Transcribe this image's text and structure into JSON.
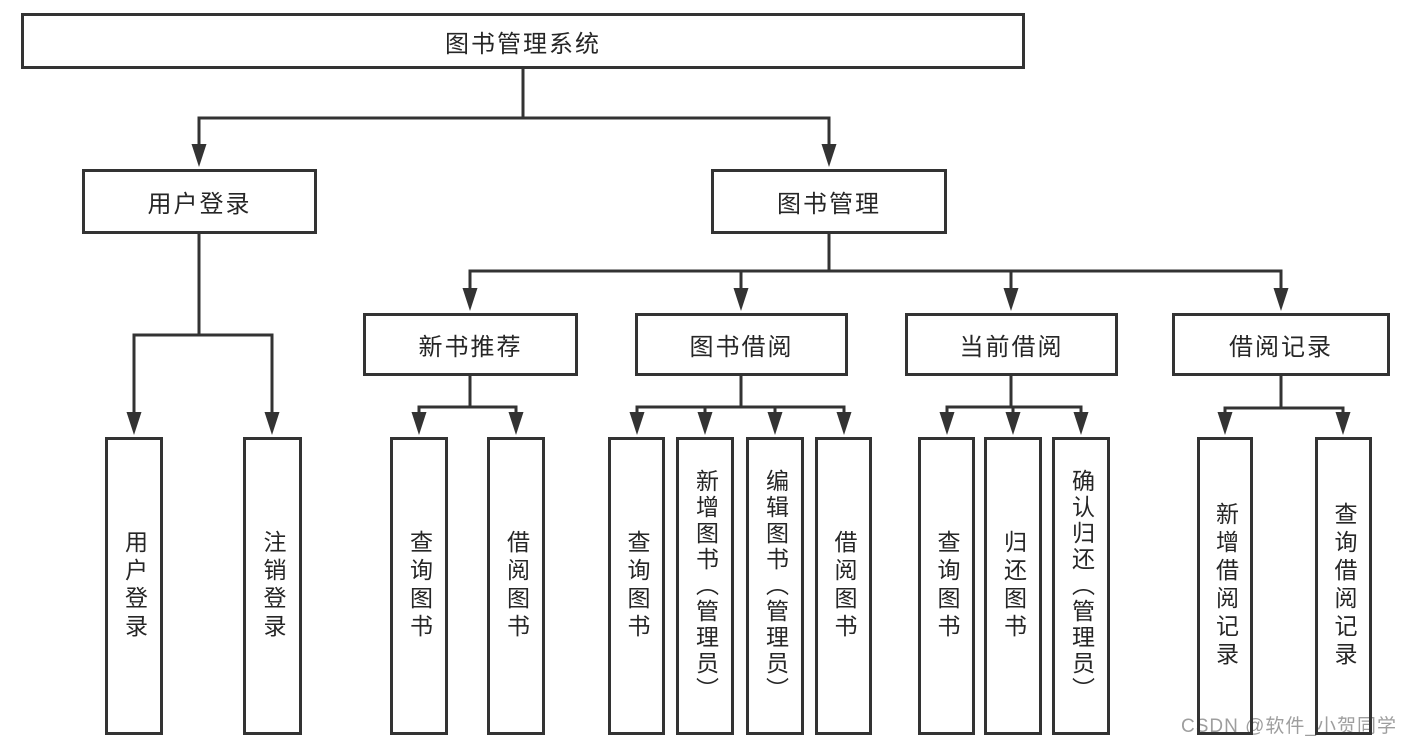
{
  "diagram": {
    "root_label": "图书管理系统",
    "branches": [
      {
        "label": "用户登录",
        "leaves": [
          "用户登录",
          "注销登录"
        ]
      },
      {
        "label": "图书管理",
        "children": [
          {
            "label": "新书推荐",
            "leaves": [
              "查询图书",
              "借阅图书"
            ]
          },
          {
            "label": "图书借阅",
            "leaves": [
              "查询图书",
              "新增图书（管理员）",
              "编辑图书（管理员）",
              "借阅图书"
            ]
          },
          {
            "label": "当前借阅",
            "leaves": [
              "查询图书",
              "归还图书",
              "确认归还（管理员）"
            ]
          },
          {
            "label": "借阅记录",
            "leaves": [
              "新增借阅记录",
              "查询借阅记录"
            ]
          }
        ]
      }
    ],
    "watermark": "CSDN @软件_小贺同学",
    "colors": {
      "line": "#333333",
      "text": "#262626",
      "background": "#ffffff",
      "watermark": "#9e9e9e"
    }
  }
}
